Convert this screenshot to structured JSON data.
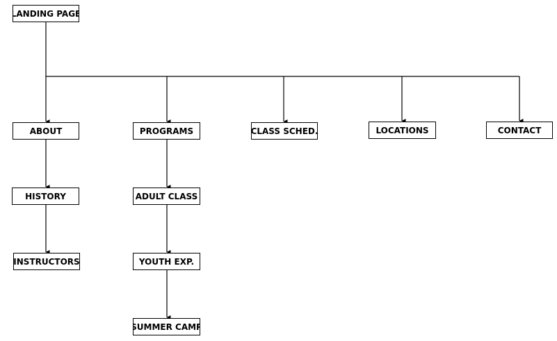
{
  "nodes": {
    "landing_page": "LANDING PAGE",
    "about": "ABOUT",
    "programs": "PROGRAMS",
    "class_sched": "CLASS SCHED.",
    "locations": "LOCATIONS",
    "contact": "CONTACT",
    "history": "HISTORY",
    "adult_class": "ADULT CLASS",
    "instructors": "INSTRUCTORS",
    "youth_exp": "YOUTH EXP.",
    "summer_camp": "SUMMER CAMP"
  },
  "edges": [
    {
      "from": "landing_page",
      "to": "about"
    },
    {
      "from": "landing_page",
      "to": "programs"
    },
    {
      "from": "landing_page",
      "to": "class_sched"
    },
    {
      "from": "landing_page",
      "to": "locations"
    },
    {
      "from": "landing_page",
      "to": "contact"
    },
    {
      "from": "about",
      "to": "history"
    },
    {
      "from": "history",
      "to": "instructors"
    },
    {
      "from": "programs",
      "to": "adult_class"
    },
    {
      "from": "adult_class",
      "to": "youth_exp"
    },
    {
      "from": "youth_exp",
      "to": "summer_camp"
    }
  ],
  "colors": {
    "line": "#000000",
    "box_border": "#000000",
    "background": "#ffffff"
  }
}
